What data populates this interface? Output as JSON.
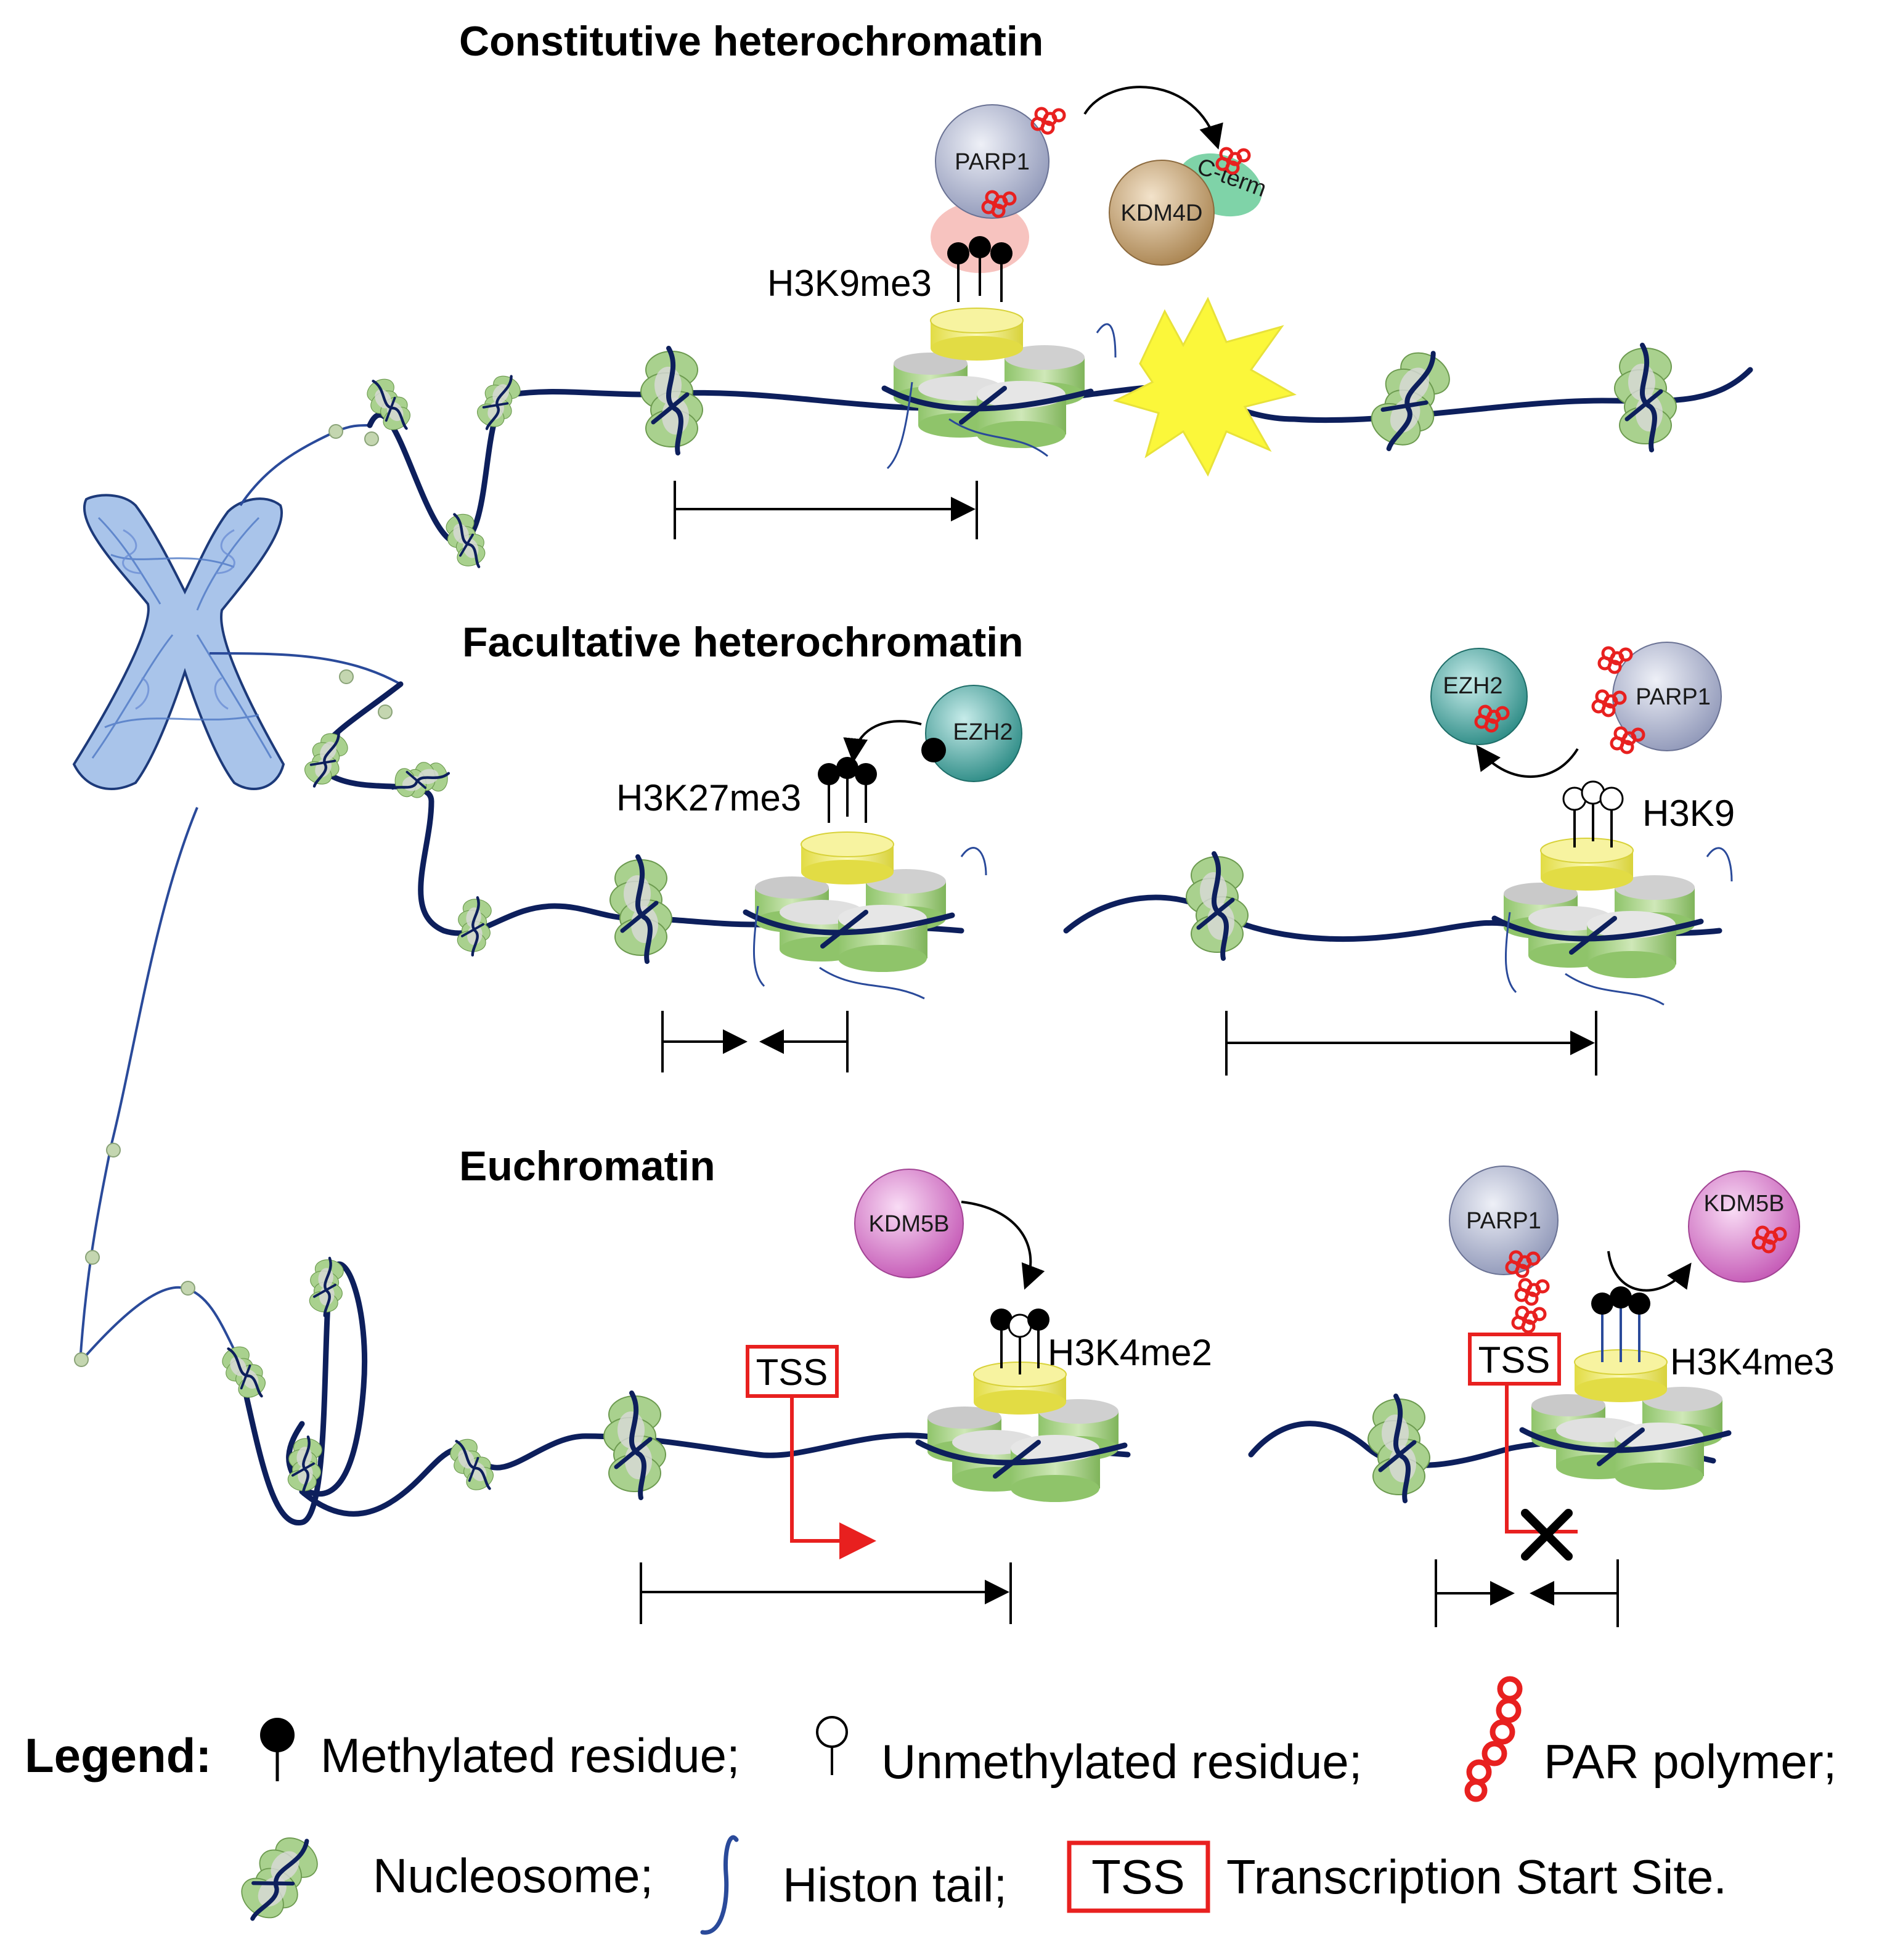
{
  "sections": {
    "constitutive": {
      "title": "Constitutive heterochromatin",
      "mark_label": "H3K9me3",
      "proteins": {
        "parp1": "PARP1",
        "kdm4d": "KDM4D",
        "cterm": "C-term"
      }
    },
    "facultative": {
      "title": "Facultative heterochromatin",
      "mark_label_left": "H3K27me3",
      "mark_label_right": "H3K9",
      "proteins": {
        "ezh2_left": "EZH2",
        "ezh2_right": "EZH2",
        "parp1": "PARP1"
      }
    },
    "euchromatin": {
      "title": "Euchromatin",
      "mark_label_left": "H3K4me2",
      "mark_label_right": "H3K4me3",
      "tss_left": "TSS",
      "tss_right": "TSS",
      "proteins": {
        "kdm5b_left": "KDM5B",
        "kdm5b_right": "KDM5B",
        "parp1": "PARP1"
      }
    }
  },
  "legend": {
    "label": "Legend:",
    "methylated": "Methylated residue;",
    "unmethylated": "Unmethylated residue;",
    "par_polymer": "PAR polymer;",
    "nucleosome": "Nucleosome;",
    "histone_tail": "Histon tail;",
    "tss_box": "TSS",
    "tss_desc": "Transcription Start Site."
  },
  "colors": {
    "dna": "#0d1f5c",
    "nucleosome_green": "#a9d18e",
    "nucleosome_grey": "#d9d9d9",
    "nucleosome_top_yellow": "#f2ee6a",
    "par_red": "#e8201f",
    "tss_red": "#e8201f",
    "chromosome_blue": "#a9c4ea",
    "parp1_fill": "#b8bfd6",
    "kdm4d_fill": "#c9a77c",
    "ezh2_fill": "#3fa9a2",
    "kdm5b_fill": "#e08fd6",
    "cterm_fill": "#7fd3a8",
    "burst_yellow": "#fbf73a"
  }
}
